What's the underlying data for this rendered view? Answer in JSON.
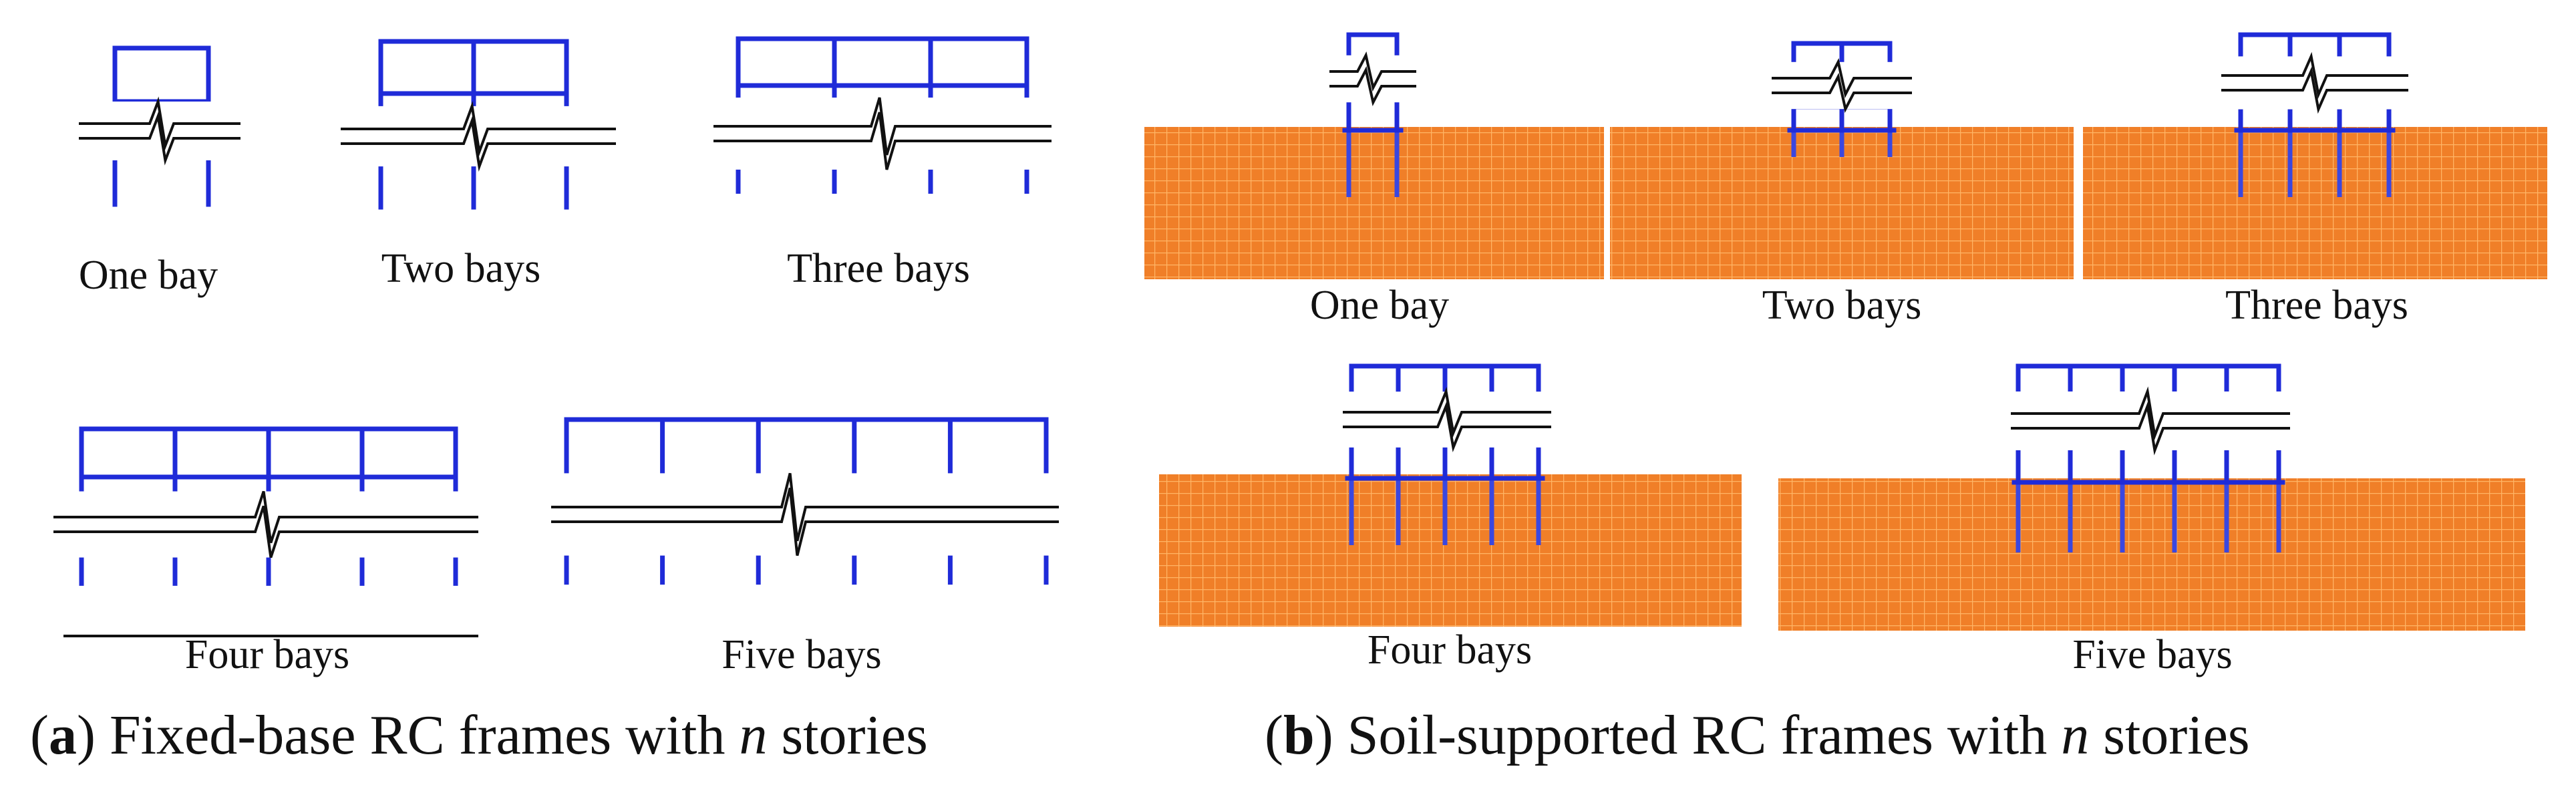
{
  "panels": [
    {
      "id": "a",
      "caption_letter": "a",
      "caption_pre": "Fixed-base RC frames with",
      "caption_var": "n",
      "caption_post": "stories",
      "frames": [
        {
          "label": "One bay",
          "bays": 1
        },
        {
          "label": "Two bays",
          "bays": 2
        },
        {
          "label": "Three bays",
          "bays": 3
        },
        {
          "label": "Four bays",
          "bays": 4
        },
        {
          "label": "Five bays",
          "bays": 5
        }
      ]
    },
    {
      "id": "b",
      "caption_letter": "b",
      "caption_pre": "Soil-supported RC frames with",
      "caption_var": "n",
      "caption_post": "stories",
      "frames": [
        {
          "label": "One bay",
          "bays": 1
        },
        {
          "label": "Two bays",
          "bays": 2
        },
        {
          "label": "Three bays",
          "bays": 3
        },
        {
          "label": "Four bays",
          "bays": 4
        },
        {
          "label": "Five bays",
          "bays": 5
        }
      ]
    }
  ],
  "colors": {
    "frame": "#1f2bd8",
    "soil": "#f07f28",
    "soil_grid": "#ffb060",
    "pile": "#3a47e0",
    "text": "#111111"
  }
}
